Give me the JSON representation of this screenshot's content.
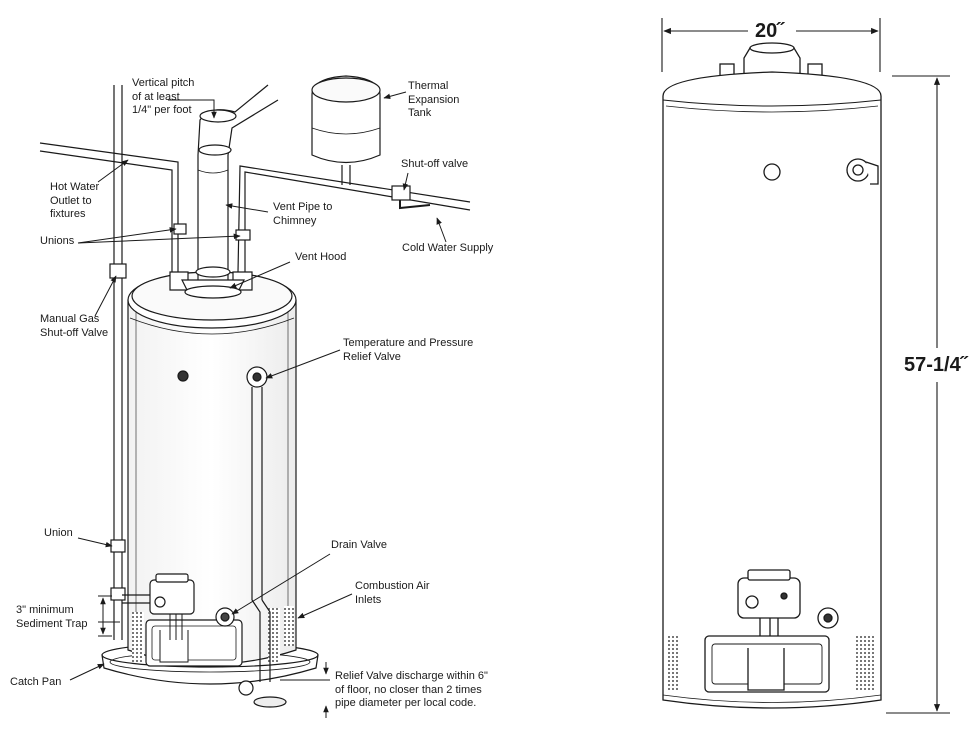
{
  "left_figure": {
    "labels": {
      "vertical_pitch": [
        "Vertical pitch",
        "of at least",
        "1/4\" per foot"
      ],
      "thermal_expansion_tank": [
        "Thermal",
        "Expansion",
        "Tank"
      ],
      "hot_water_outlet": [
        "Hot Water",
        "Outlet to",
        "fixtures"
      ],
      "shutoff_valve": [
        "Shut-off valve"
      ],
      "vent_pipe": [
        "Vent Pipe to",
        "Chimney"
      ],
      "cold_water_supply": [
        "Cold Water Supply"
      ],
      "unions": [
        "Unions"
      ],
      "vent_hood": [
        "Vent Hood"
      ],
      "manual_gas_valve": [
        "Manual Gas",
        "Shut-off Valve"
      ],
      "tp_relief_valve": [
        "Temperature and Pressure",
        "Relief Valve"
      ],
      "union": [
        "Union"
      ],
      "drain_valve": [
        "Drain Valve"
      ],
      "combustion_air": [
        "Combustion Air",
        "Inlets"
      ],
      "sediment_trap": [
        "3\" minimum",
        "Sediment Trap"
      ],
      "catch_pan": [
        "Catch Pan"
      ],
      "relief_discharge": [
        "Relief Valve discharge within 6\"",
        "of floor, no closer than 2 times",
        "pipe diameter per local code."
      ]
    }
  },
  "right_figure": {
    "width_dimension": "20˝",
    "height_dimension": "57-1/4˝"
  }
}
